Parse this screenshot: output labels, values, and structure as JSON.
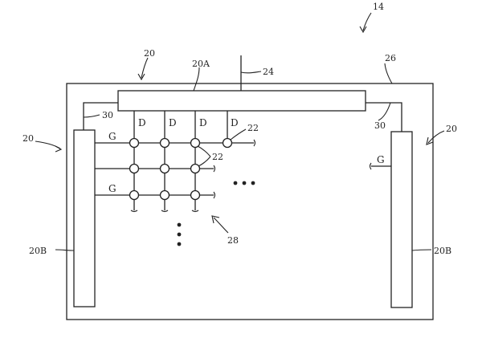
{
  "labels": {
    "figure_ref": "14",
    "display_ref_top": "20",
    "display_ref_left": "20",
    "display_ref_right": "20",
    "row_driver_ref": "20A",
    "column_driver_left_ref": "20B",
    "column_driver_right_ref": "20B",
    "input_line_ref": "24",
    "substrate_ref": "26",
    "path_ref_left": "30",
    "path_ref_right": "30",
    "pixel_ref_1": "22",
    "pixel_ref_2": "22",
    "array_ref": "28",
    "gate": "G",
    "data": "D"
  },
  "colors": {
    "line": "#222222",
    "background": "#ffffff"
  }
}
